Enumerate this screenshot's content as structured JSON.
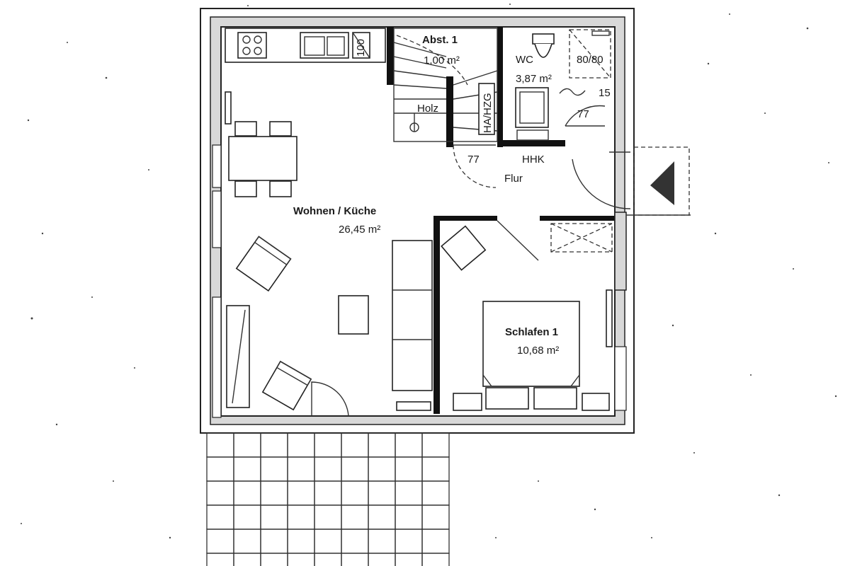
{
  "rooms": {
    "living": {
      "name": "Wohnen / Küche",
      "area": "26,45 m²"
    },
    "storage": {
      "name": "Abst. 1",
      "area": "1,00 m²"
    },
    "wc": {
      "name": "WC",
      "area": "3,87 m²"
    },
    "bedroom": {
      "name": "Schlafen 1",
      "area": "10,68 m²"
    },
    "hall": {
      "name": "Flur"
    }
  },
  "labels": {
    "stair_wood": "Holz",
    "heating": "HA/HZG",
    "radiator": "HHK",
    "shower_size": "80/80",
    "door_77_a": "77",
    "door_77_b": "77",
    "dim_15": "15",
    "fridge": "100"
  },
  "colors": {
    "line": "#222222",
    "insulation": "#d8d8d8",
    "background": "#ffffff"
  },
  "icons": {
    "entrance": "triangle-entrance-icon"
  }
}
